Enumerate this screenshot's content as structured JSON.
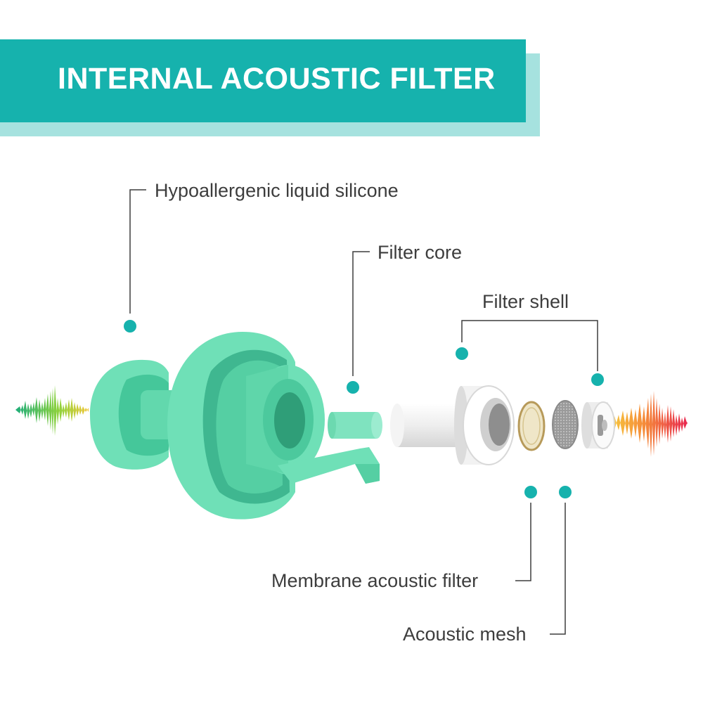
{
  "banner": {
    "title": "INTERNAL ACOUSTIC FILTER"
  },
  "callouts": {
    "silicone": "Hypoallergenic liquid silicone",
    "filter_core": "Filter core",
    "filter_shell": "Filter shell",
    "membrane": "Membrane acoustic filter",
    "mesh": "Acoustic mesh"
  },
  "colors": {
    "teal": "#16b2ad",
    "teal_light": "#a6e2df",
    "silicone_green": "#6fe0b7",
    "dot": "#16b2ad",
    "leader_line": "#3d3d3d"
  }
}
